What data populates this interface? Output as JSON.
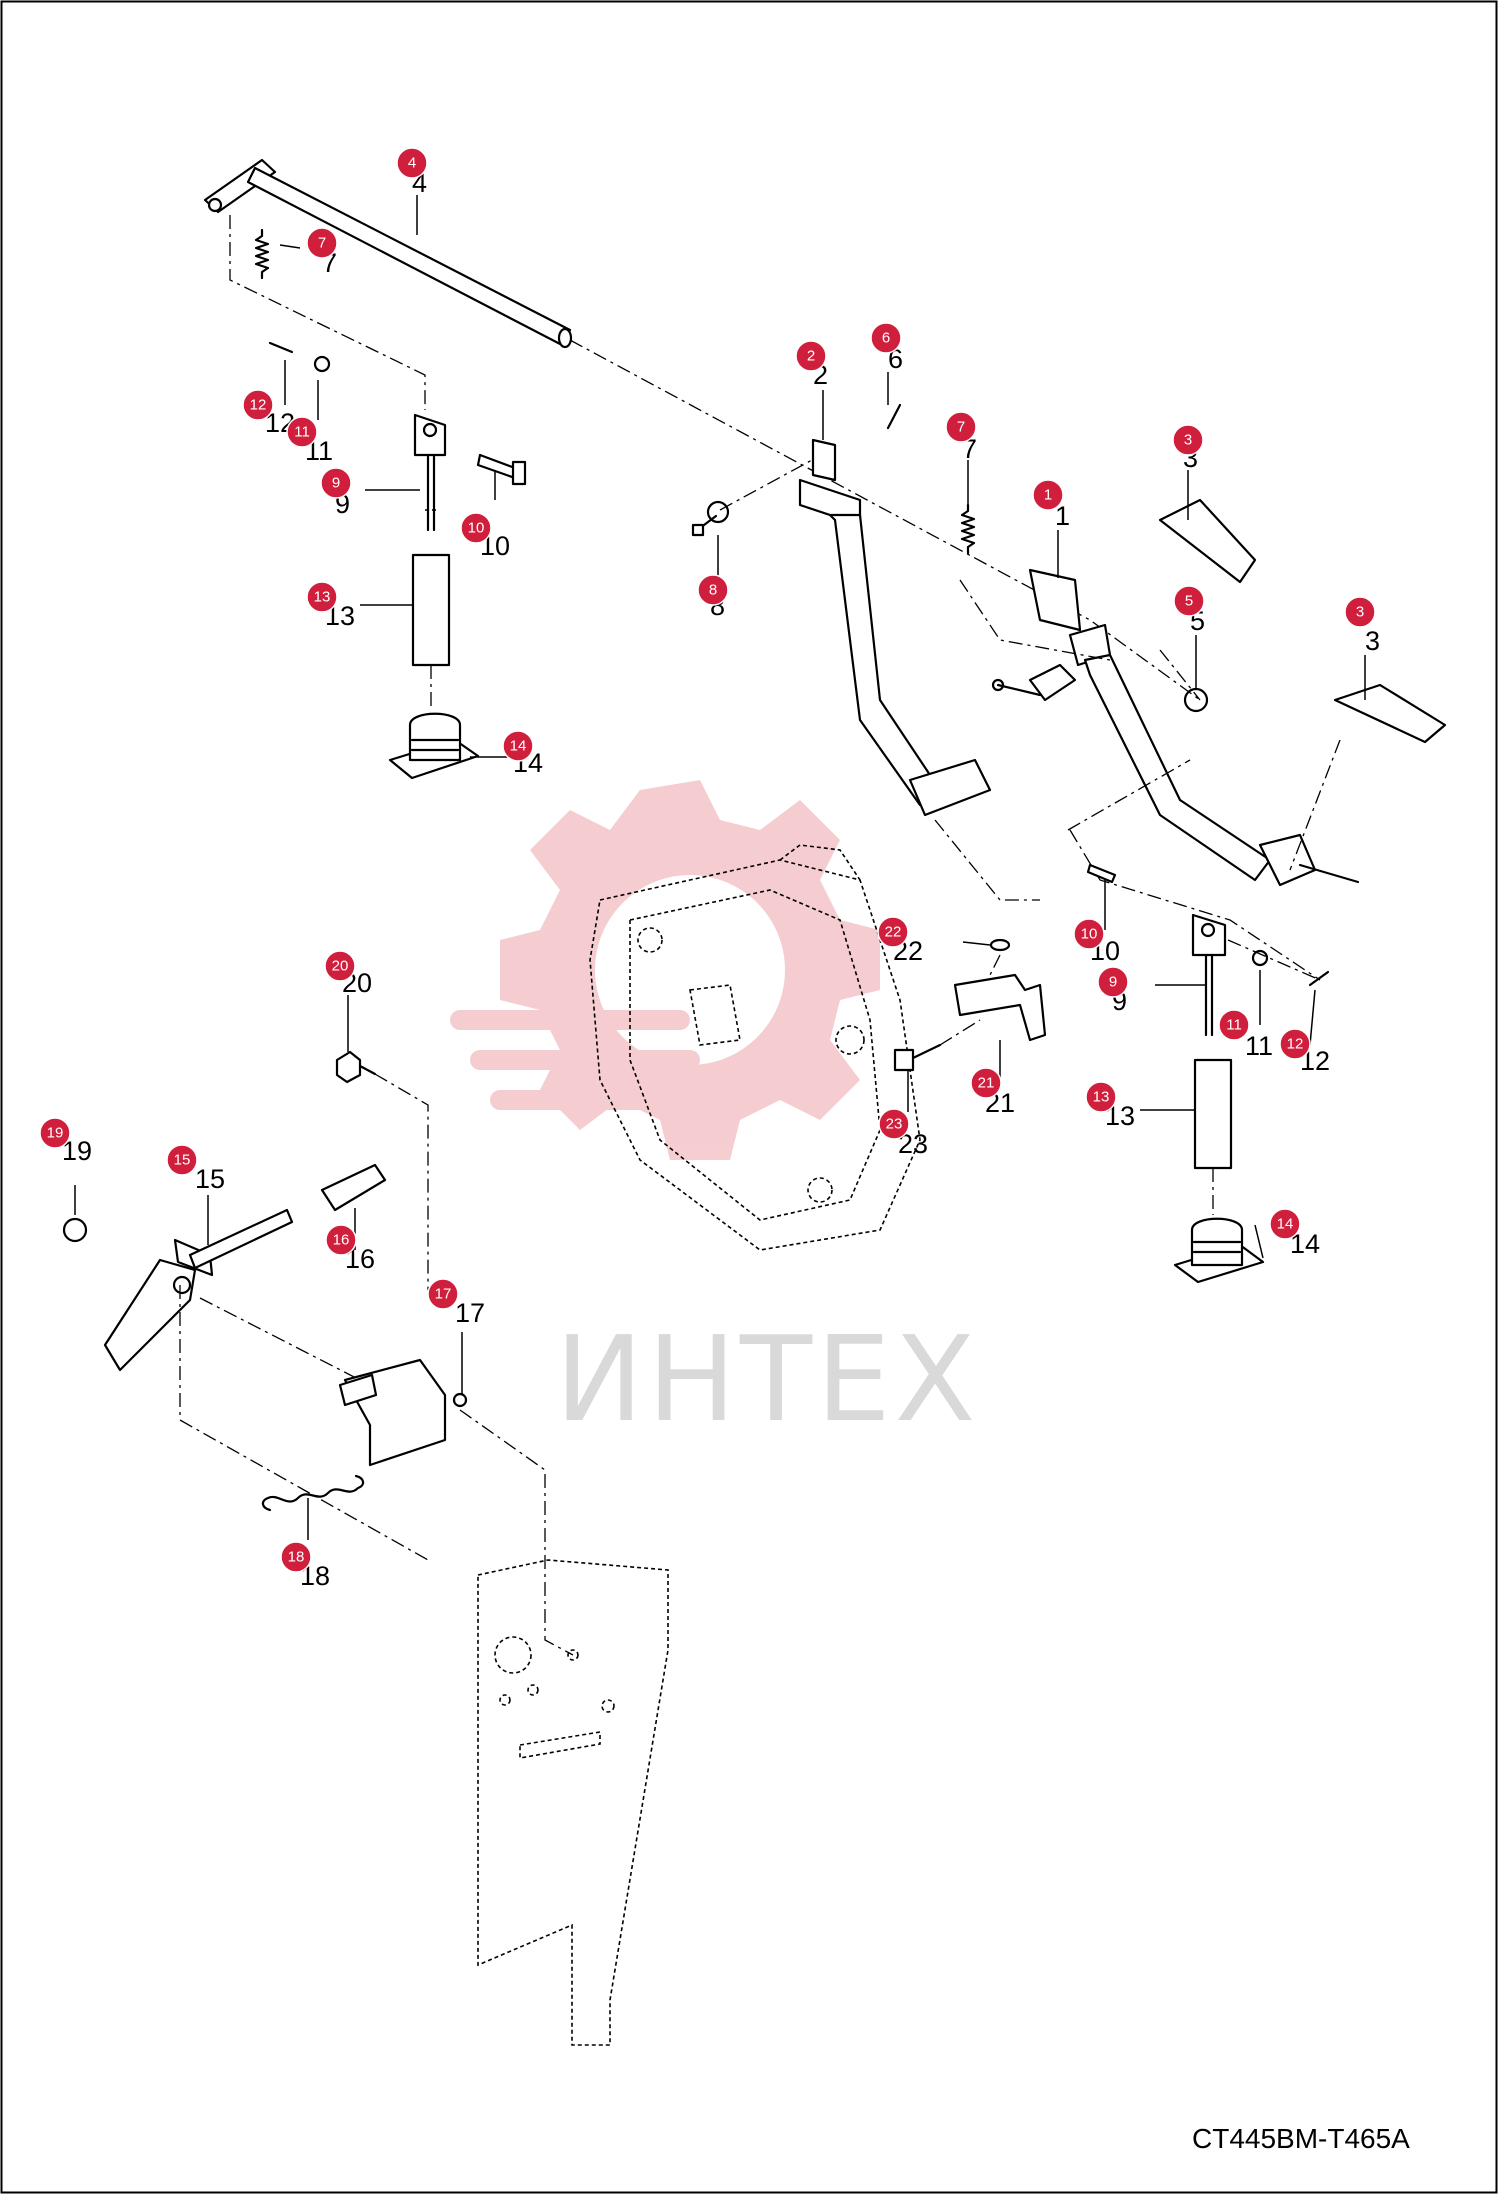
{
  "drawing_code": "CT445BM-T465A",
  "watermark_text": "ИНТЕХ",
  "accent_color": "#d01f3c",
  "callouts": [
    {
      "num": "4",
      "label": "4"
    },
    {
      "num": "7",
      "label": "7"
    },
    {
      "num": "12",
      "label": "12"
    },
    {
      "num": "11",
      "label": "11"
    },
    {
      "num": "9",
      "label": "9"
    },
    {
      "num": "10",
      "label": "10"
    },
    {
      "num": "13",
      "label": "13"
    },
    {
      "num": "14",
      "label": "14"
    },
    {
      "num": "2",
      "label": "2"
    },
    {
      "num": "6",
      "label": "6"
    },
    {
      "num": "7",
      "label": "7"
    },
    {
      "num": "1",
      "label": "1"
    },
    {
      "num": "8",
      "label": "8"
    },
    {
      "num": "3",
      "label": "3"
    },
    {
      "num": "5",
      "label": "5"
    },
    {
      "num": "3",
      "label": "3"
    },
    {
      "num": "22",
      "label": "22"
    },
    {
      "num": "10",
      "label": "10"
    },
    {
      "num": "9",
      "label": "9"
    },
    {
      "num": "11",
      "label": "11"
    },
    {
      "num": "12",
      "label": "12"
    },
    {
      "num": "21",
      "label": "21"
    },
    {
      "num": "13",
      "label": "13"
    },
    {
      "num": "23",
      "label": "23"
    },
    {
      "num": "14",
      "label": "14"
    },
    {
      "num": "20",
      "label": "20"
    },
    {
      "num": "19",
      "label": "19"
    },
    {
      "num": "15",
      "label": "15"
    },
    {
      "num": "16",
      "label": "16"
    },
    {
      "num": "17",
      "label": "17"
    },
    {
      "num": "18",
      "label": "18"
    }
  ]
}
